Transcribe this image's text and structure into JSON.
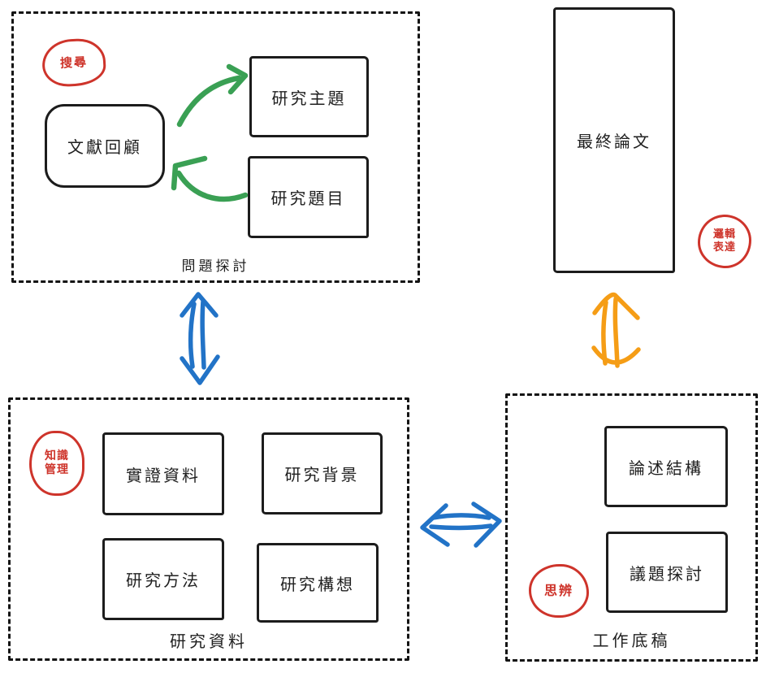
{
  "colors": {
    "ink": "#1c1c1c",
    "red": "#ce342b",
    "green": "#3aa054",
    "blue": "#2273c7",
    "orange": "#f59d16"
  },
  "problem_section": {
    "label": "問題探討",
    "badge": "搜尋",
    "nodes": {
      "literature_review": "文獻回顧",
      "research_theme": "研究主題",
      "research_topic": "研究題目"
    }
  },
  "final_paper": {
    "label": "最終論文",
    "badge_line1": "邏輯",
    "badge_line2": "表達"
  },
  "research_data_section": {
    "label": "研究資料",
    "badge_line1": "知識",
    "badge_line2": "管理",
    "nodes": {
      "empirical_data": "實證資料",
      "research_background": "研究背景",
      "research_method": "研究方法",
      "research_concept": "研究構想"
    }
  },
  "working_draft_section": {
    "label": "工作底稿",
    "badge": "思辨",
    "nodes": {
      "discourse_structure": "論述結構",
      "issue_discussion": "議題探討"
    }
  }
}
